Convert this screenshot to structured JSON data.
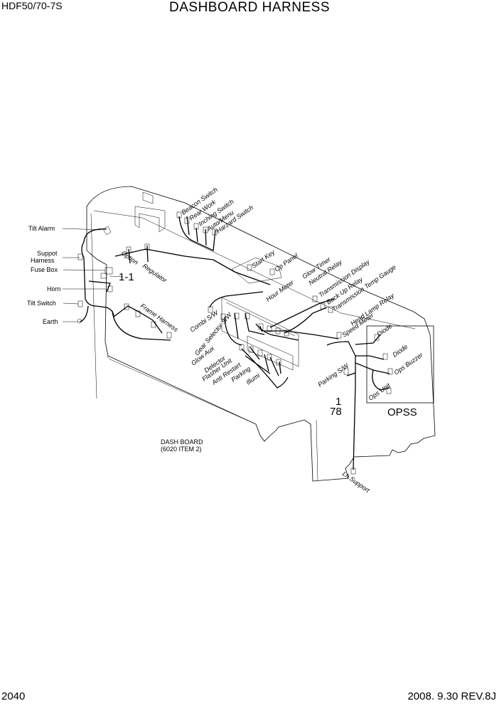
{
  "header": {
    "model": "HDF50/70-7S",
    "title": "DASHBOARD HARNESS"
  },
  "footer": {
    "page": "2040",
    "date_rev": "2008. 9.30  REV.8J"
  },
  "left_labels": {
    "tilt_alarm": "Tilt Alarm",
    "suppot_harness_1": "Suppot",
    "suppot_harness_2": "Harness",
    "fuse_box": "Fuse Box",
    "horn": "Horn",
    "tilt_switch": "Tilt Switch",
    "earth": "Earth"
  },
  "connectors": {
    "beacon_switch": "Beacon Switch",
    "rear_work": "Rear Work",
    "inching_switch": "Inching Switch",
    "auto_menu": "Auto/Menu",
    "harzard_switch": "Harzard Switch",
    "option": "Option",
    "regulator": "Regulator",
    "frame_harness": "Frame Harness",
    "start_key": "Start Key",
    "op_panel": "Op Panel",
    "glow_timer": "Glow Timer",
    "neutral_relay": "Neutral Relay",
    "transmission_display": "Transmission Display",
    "hour_meter": "Hour Meter",
    "back_up_relay": "Back Up Relay",
    "transmission_temp_gauge": "Transmission Temp Gauge",
    "head_lamp_relay": "Head Lamp Relay",
    "speed_meter": "Speed Meter",
    "combi_sw": "Combi S/W",
    "gear_selector_sw": "Gear Selector S/W",
    "glow_aux": "Glow Aux",
    "detector": "Detector",
    "flasher_unit": "Flasher Unit",
    "anti_restart": "Anti Restart",
    "parking": "Parking",
    "illumi": "Illumi",
    "parking_sw": "Parking S/W",
    "diode_1": "Diode",
    "diode_2": "Diode",
    "ops_buzzer": "Ops Buzzer",
    "ops_unit": "Ops Unit",
    "lh_support": "Lh Support"
  },
  "callouts": {
    "item_1_1": "1-1",
    "item_1": "1",
    "item_78": "78",
    "opss": "OPSS"
  },
  "dash_board_1": "DASH BOARD",
  "dash_board_2": "(6020 ITEM 2)"
}
